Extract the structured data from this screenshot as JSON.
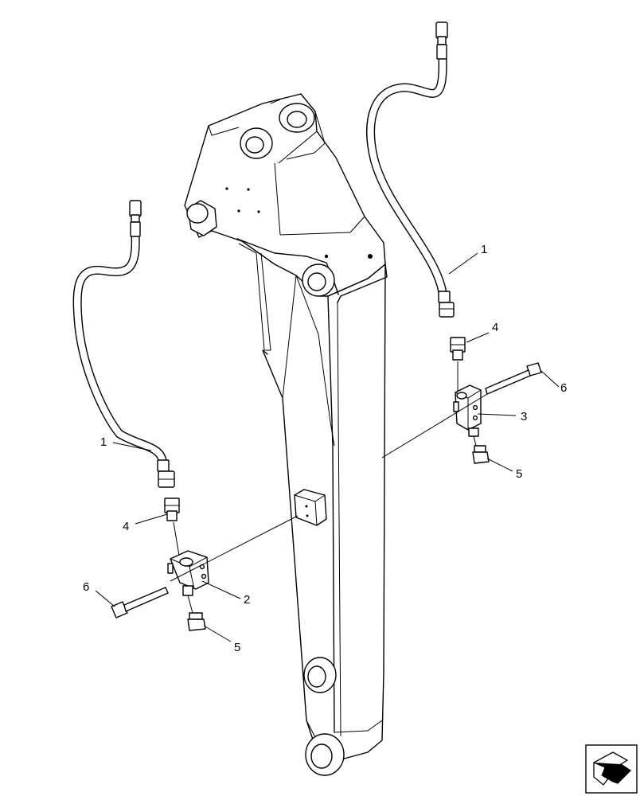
{
  "diagram": {
    "callouts": [
      {
        "id": "c1-right",
        "text": "1"
      },
      {
        "id": "c4-right",
        "text": "4"
      },
      {
        "id": "c6-right",
        "text": "6"
      },
      {
        "id": "c3",
        "text": "3"
      },
      {
        "id": "c5-right",
        "text": "5"
      },
      {
        "id": "c1-left",
        "text": "1"
      },
      {
        "id": "c4-left",
        "text": "4"
      },
      {
        "id": "c6-left",
        "text": "6"
      },
      {
        "id": "c2",
        "text": "2"
      },
      {
        "id": "c5-left",
        "text": "5"
      }
    ],
    "parts": [
      "hydraulic-hose",
      "block",
      "block",
      "adapter",
      "plug",
      "bolt"
    ]
  },
  "nav": {
    "icon": "next-page-arrow-icon"
  }
}
